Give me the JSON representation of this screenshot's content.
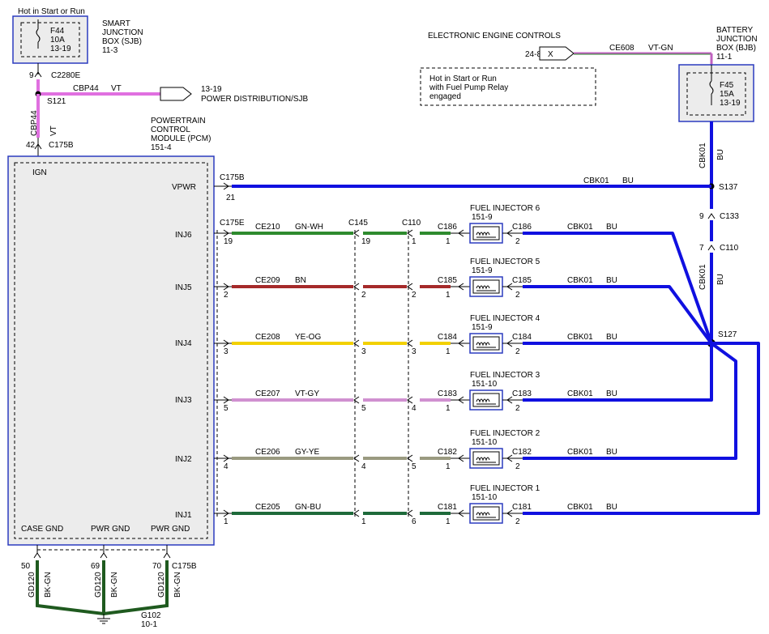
{
  "sjb": {
    "hot_label": "Hot in Start or Run",
    "fuse": "F44",
    "rating": "10A",
    "ref": "13-19",
    "name": "SMART",
    "name2": "JUNCTION",
    "name3": "BOX (SJB)",
    "name4": "11-3"
  },
  "top_left": {
    "pin": "9",
    "connector": "C2280E",
    "splice": "S121",
    "circuit": "CBP44",
    "color": "VT",
    "pd_ref": "13-19",
    "pd_name": "POWER DISTRIBUTION/SJB",
    "vert_circuit": "CBP44",
    "vert_color": "VT",
    "pcm_pin": "42",
    "pcm_conn": "C175B"
  },
  "pcm": {
    "name1": "POWERTRAIN",
    "name2": "CONTROL",
    "name3": "MODULE (PCM)",
    "name4": "151-4",
    "ign": "IGN",
    "vpwr": "VPWR",
    "inj6": "INJ6",
    "inj5": "INJ5",
    "inj4": "INJ4",
    "inj3": "INJ3",
    "inj2": "INJ2",
    "inj1": "INJ1",
    "case_gnd": "CASE GND",
    "pwr_gnd1": "PWR GND",
    "pwr_gnd2": "PWR GND"
  },
  "eec": {
    "title": "ELECTRONIC ENGINE CONTROLS",
    "ref": "24-8",
    "x": "X",
    "circuit": "CE608",
    "color": "VT-GN"
  },
  "relay_note": {
    "l1": "Hot in Start or Run",
    "l2": "with Fuel Pump Relay",
    "l3": "engaged"
  },
  "bjb": {
    "name1": "BATTERY",
    "name2": "JUNCTION",
    "name3": "BOX (BJB)",
    "name4": "11-1",
    "fuse": "F45",
    "rating": "15A",
    "ref": "13-19"
  },
  "right": {
    "vert_circuit": "CBK01",
    "vert_color": "BU",
    "s137": "S137",
    "c133_pin": "9",
    "c133": "C133",
    "c110_pin": "7",
    "c110": "C110",
    "vert2_circuit": "CBK01",
    "vert2_color": "BU",
    "s127": "S127"
  },
  "vpwr_line": {
    "conn": "C175B",
    "pin": "21",
    "circuit": "CBK01",
    "color": "BU"
  },
  "conns": {
    "c175e": "C175E",
    "c145": "C145",
    "c110": "C110"
  },
  "rows": [
    {
      "pcm_pin": "19",
      "circuit": "CE210",
      "color": "GN-WH",
      "c145_pin": "19",
      "c110_pin": "1",
      "inj_conn": "C186",
      "inj_pin": "1",
      "inj_name": "FUEL INJECTOR 6",
      "inj_ref": "151-9",
      "out_conn": "C186",
      "out_pin": "2",
      "out_circuit": "CBK01",
      "out_color": "BU"
    },
    {
      "pcm_pin": "2",
      "circuit": "CE209",
      "color": "BN",
      "c145_pin": "2",
      "c110_pin": "2",
      "inj_conn": "C185",
      "inj_pin": "1",
      "inj_name": "FUEL INJECTOR 5",
      "inj_ref": "151-9",
      "out_conn": "C185",
      "out_pin": "2",
      "out_circuit": "CBK01",
      "out_color": "BU"
    },
    {
      "pcm_pin": "3",
      "circuit": "CE208",
      "color": "YE-OG",
      "c145_pin": "3",
      "c110_pin": "3",
      "inj_conn": "C184",
      "inj_pin": "1",
      "inj_name": "FUEL INJECTOR 4",
      "inj_ref": "151-9",
      "out_conn": "C184",
      "out_pin": "2",
      "out_circuit": "CBK01",
      "out_color": "BU"
    },
    {
      "pcm_pin": "5",
      "circuit": "CE207",
      "color": "VT-GY",
      "c145_pin": "5",
      "c110_pin": "4",
      "inj_conn": "C183",
      "inj_pin": "1",
      "inj_name": "FUEL INJECTOR 3",
      "inj_ref": "151-10",
      "out_conn": "C183",
      "out_pin": "2",
      "out_circuit": "CBK01",
      "out_color": "BU"
    },
    {
      "pcm_pin": "4",
      "circuit": "CE206",
      "color": "GY-YE",
      "c145_pin": "4",
      "c110_pin": "5",
      "inj_conn": "C182",
      "inj_pin": "1",
      "inj_name": "FUEL INJECTOR 2",
      "inj_ref": "151-10",
      "out_conn": "C182",
      "out_pin": "2",
      "out_circuit": "CBK01",
      "out_color": "BU"
    },
    {
      "pcm_pin": "1",
      "circuit": "CE205",
      "color": "GN-BU",
      "c145_pin": "1",
      "c110_pin": "6",
      "inj_conn": "C181",
      "inj_pin": "1",
      "inj_name": "FUEL INJECTOR 1",
      "inj_ref": "151-10",
      "out_conn": "C181",
      "out_pin": "2",
      "out_circuit": "CBK01",
      "out_color": "BU"
    }
  ],
  "grounds": {
    "pin1": "50",
    "pin2": "69",
    "pin3": "70",
    "conn": "C175B",
    "circuit": "GD120",
    "color": "BK-GN",
    "g_name": "G102",
    "g_ref": "10-1"
  }
}
